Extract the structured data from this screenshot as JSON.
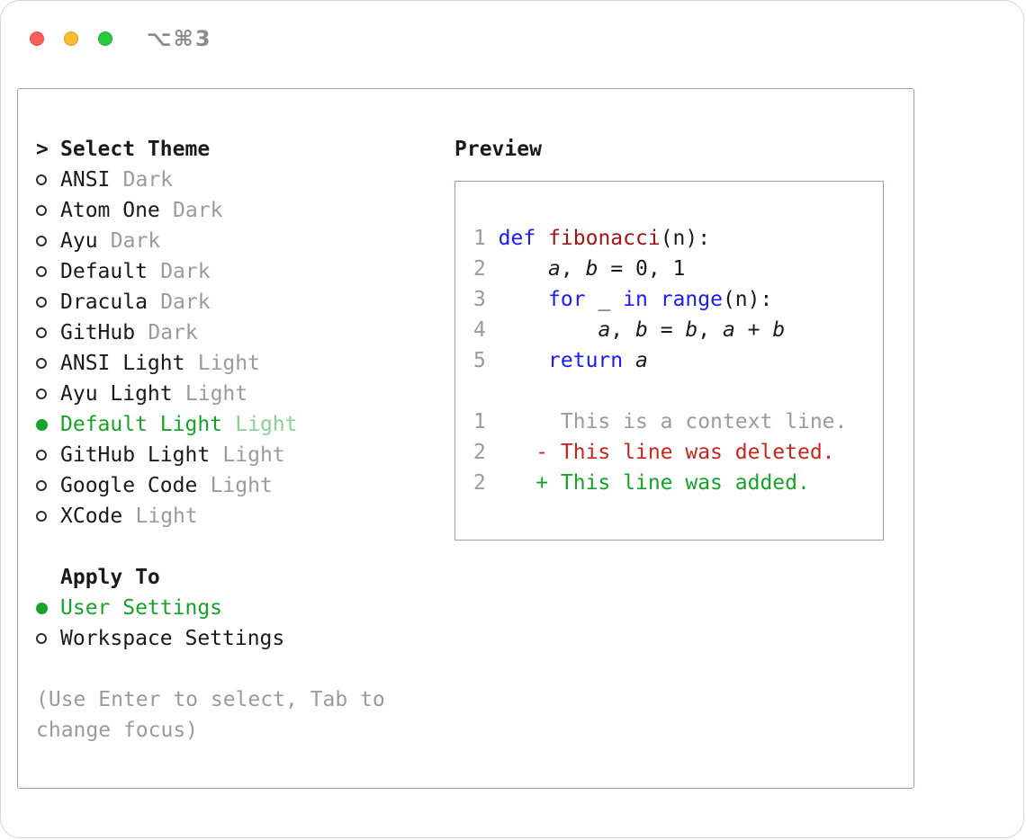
{
  "colors": {
    "accent-green": "#17a32b",
    "accent-green-light": "#8fcf96",
    "keyword-blue": "#1a1aff",
    "function-red": "#a31515",
    "deleted-red": "#c7251d",
    "added-green": "#17a32b",
    "muted-gray": "#9b9b9b",
    "border-gray": "#99a0a6",
    "traffic-red": "#ff5f57",
    "traffic-yellow": "#febc2e",
    "traffic-green": "#28c840"
  },
  "window": {
    "title": "⌥⌘3"
  },
  "picker": {
    "prefix": ">",
    "title": "Select Theme",
    "themes": [
      {
        "name": "ANSI",
        "variant": "Dark",
        "selected": false
      },
      {
        "name": "Atom One",
        "variant": "Dark",
        "selected": false
      },
      {
        "name": "Ayu",
        "variant": "Dark",
        "selected": false
      },
      {
        "name": "Default",
        "variant": "Dark",
        "selected": false
      },
      {
        "name": "Dracula",
        "variant": "Dark",
        "selected": false
      },
      {
        "name": "GitHub",
        "variant": "Dark",
        "selected": false
      },
      {
        "name": "ANSI Light",
        "variant": "Light",
        "selected": false
      },
      {
        "name": "Ayu Light",
        "variant": "Light",
        "selected": false
      },
      {
        "name": "Default Light",
        "variant": "Light",
        "selected": true
      },
      {
        "name": "GitHub Light",
        "variant": "Light",
        "selected": false
      },
      {
        "name": "Google Code",
        "variant": "Light",
        "selected": false
      },
      {
        "name": "XCode",
        "variant": "Light",
        "selected": false
      }
    ],
    "apply_to": {
      "title": "Apply To",
      "options": [
        {
          "label": "User Settings",
          "selected": true
        },
        {
          "label": "Workspace Settings",
          "selected": false
        }
      ]
    },
    "hint": "(Use Enter to select, Tab to change focus)"
  },
  "preview": {
    "title": "Preview",
    "code_lines": [
      {
        "num": "1",
        "tokens": [
          [
            "kw",
            "def"
          ],
          [
            "pl",
            " "
          ],
          [
            "fn",
            "fibonacci"
          ],
          [
            "pl",
            "(n):"
          ]
        ]
      },
      {
        "num": "2",
        "tokens": [
          [
            "pl",
            "    "
          ],
          [
            "var",
            "a"
          ],
          [
            "pl",
            ", "
          ],
          [
            "var",
            "b"
          ],
          [
            "pl",
            " = 0, 1"
          ]
        ]
      },
      {
        "num": "3",
        "tokens": [
          [
            "pl",
            "    "
          ],
          [
            "kw",
            "for"
          ],
          [
            "pl",
            " _ "
          ],
          [
            "kw",
            "in"
          ],
          [
            "pl",
            " "
          ],
          [
            "kw",
            "range"
          ],
          [
            "pl",
            "(n):"
          ]
        ]
      },
      {
        "num": "4",
        "tokens": [
          [
            "pl",
            "        "
          ],
          [
            "var",
            "a"
          ],
          [
            "pl",
            ", "
          ],
          [
            "var",
            "b"
          ],
          [
            "pl",
            " = "
          ],
          [
            "var",
            "b"
          ],
          [
            "pl",
            ", "
          ],
          [
            "var",
            "a"
          ],
          [
            "pl",
            " + "
          ],
          [
            "var",
            "b"
          ]
        ]
      },
      {
        "num": "5",
        "tokens": [
          [
            "pl",
            "    "
          ],
          [
            "kw",
            "return"
          ],
          [
            "pl",
            " "
          ],
          [
            "var",
            "a"
          ]
        ]
      }
    ],
    "diff_lines": [
      {
        "num": "1",
        "type": "context",
        "text": "     This is a context line."
      },
      {
        "num": "2",
        "type": "deleted",
        "text": "   - This line was deleted."
      },
      {
        "num": "2",
        "type": "added",
        "text": "   + This line was added."
      }
    ]
  }
}
